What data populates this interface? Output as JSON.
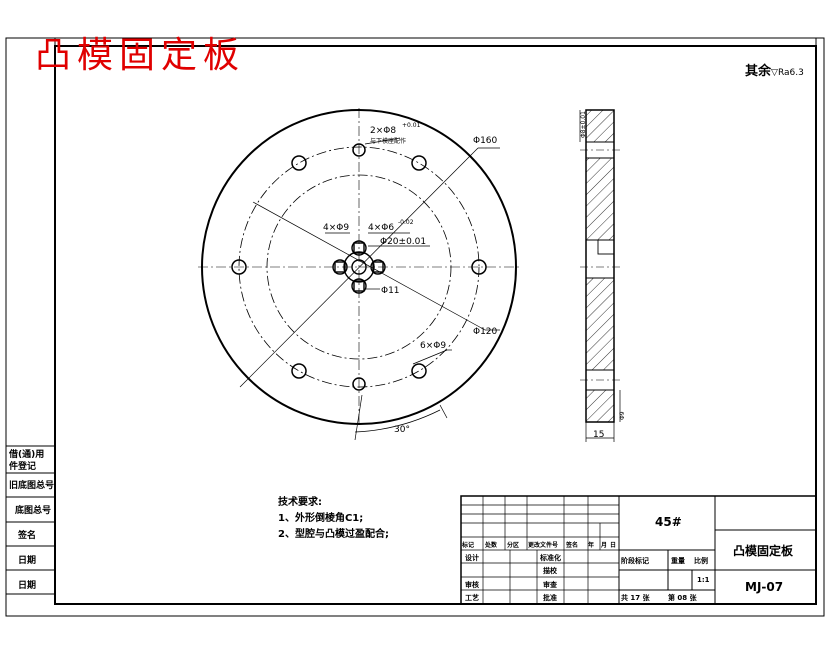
{
  "title": "凸模固定板",
  "roughness": {
    "prefix": "其余",
    "symbol": "▽",
    "value": "Ra6.3"
  },
  "dimensions": {
    "pinholes": "2×Φ8",
    "pinholes_tol": "+0.01",
    "pinholes_note": "与下模座配作",
    "holes_4x9": "4×Φ9",
    "holes_4x6": "4×Φ6",
    "holes_4x6_tol": "-0.02",
    "center_bore": "Φ20±0.01",
    "small_bore": "Φ11",
    "pcd_outer": "Φ160",
    "pcd_inner": "Φ120",
    "holes_6x9": "6×Φ9",
    "angle": "30°",
    "thickness": "15",
    "section_top": "Φ8±0.01",
    "section_bottom": "Φ9"
  },
  "side_labels": [
    "借(通)用",
    "件登记",
    "旧底图总号",
    "底图总号",
    "签名",
    "日期",
    "日期"
  ],
  "requirements": {
    "heading": "技术要求:",
    "items": [
      "1、外形倒棱角C1;",
      "2、型腔与凸模过盈配合;"
    ]
  },
  "title_block": {
    "material": "45#",
    "part_name": "凸模固定板",
    "drawing_no": "MJ-07",
    "revision_headers": [
      "标记",
      "处数",
      "分区",
      "更改文件号",
      "签名",
      "年",
      "月",
      "日"
    ],
    "roles": [
      "设计",
      "审核",
      "工艺"
    ],
    "roles2": [
      "标准化",
      "描校",
      "审查",
      "批准"
    ],
    "stage_headers": [
      "阶段标记",
      "重量",
      "比例"
    ],
    "scale": "1:1",
    "sheets": "共 17 张",
    "sheet_no": "第 08 张"
  }
}
